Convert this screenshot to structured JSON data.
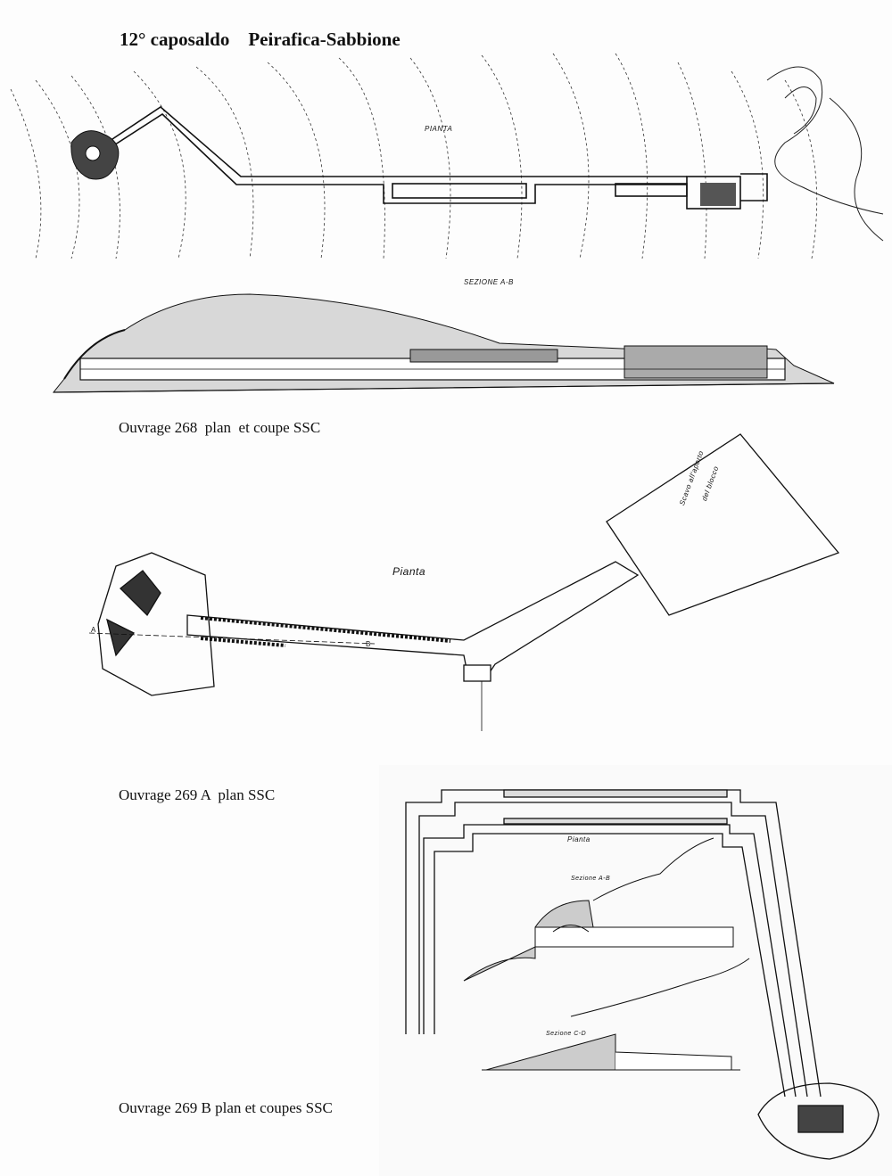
{
  "header": {
    "title": "12° caposaldo    Peirafica-Sabbione"
  },
  "drawing1": {
    "plan_label": "PIANTA",
    "section_label": "SEZIONE A-B",
    "caption": "Ouvrage 268  plan  et coupe SSC"
  },
  "drawing2": {
    "plan_label": "Pianta",
    "area_note_line1": "Scavo all'aperto",
    "area_note_line2": "del blocco",
    "marker_a": "A",
    "marker_b": "B",
    "caption": "Ouvrage 269 A  plan SSC"
  },
  "drawing3": {
    "plan_label": "Pianta",
    "section_ab_label": "Sezione A-B",
    "section_cd_label": "Sezione C-D",
    "caption": "Ouvrage 269 B plan et coupes SSC"
  },
  "colors": {
    "ink": "#111111",
    "paper": "#fdfdfd",
    "wash": "#e9e9e9"
  }
}
